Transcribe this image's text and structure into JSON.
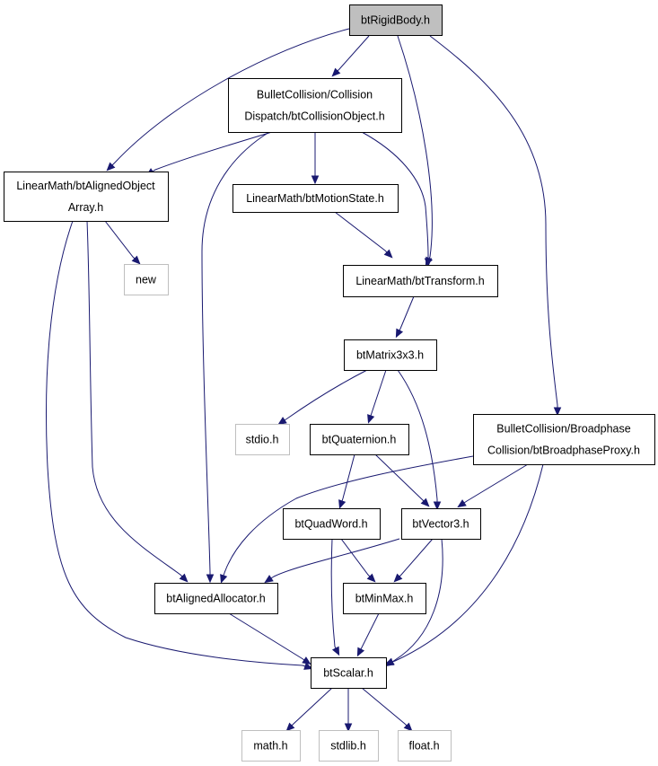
{
  "diagram": {
    "title": "",
    "colors": {
      "edge": "#191970",
      "root_fill": "#bfbfbf",
      "node_border": "#000000",
      "external_border": "#bfbfbf",
      "node_fill": "#ffffff"
    },
    "nodes": [
      {
        "id": "btRigidBody",
        "lines": [
          "btRigidBody.h"
        ],
        "kind": "root"
      },
      {
        "id": "btCollisionObject",
        "lines": [
          "BulletCollision/Collision",
          "Dispatch/btCollisionObject.h"
        ],
        "kind": "header"
      },
      {
        "id": "btAlignedObjectArray",
        "lines": [
          "LinearMath/btAlignedObject",
          "Array.h"
        ],
        "kind": "header"
      },
      {
        "id": "btMotionState",
        "lines": [
          "LinearMath/btMotionState.h"
        ],
        "kind": "header"
      },
      {
        "id": "new",
        "lines": [
          "new"
        ],
        "kind": "external"
      },
      {
        "id": "btTransform",
        "lines": [
          "LinearMath/btTransform.h"
        ],
        "kind": "header"
      },
      {
        "id": "btMatrix3x3",
        "lines": [
          "btMatrix3x3.h"
        ],
        "kind": "header"
      },
      {
        "id": "stdio",
        "lines": [
          "stdio.h"
        ],
        "kind": "external"
      },
      {
        "id": "btQuaternion",
        "lines": [
          "btQuaternion.h"
        ],
        "kind": "header"
      },
      {
        "id": "btBroadphaseProxy",
        "lines": [
          "BulletCollision/Broadphase",
          "Collision/btBroadphaseProxy.h"
        ],
        "kind": "header"
      },
      {
        "id": "btQuadWord",
        "lines": [
          "btQuadWord.h"
        ],
        "kind": "header"
      },
      {
        "id": "btVector3",
        "lines": [
          "btVector3.h"
        ],
        "kind": "header"
      },
      {
        "id": "btAlignedAllocator",
        "lines": [
          "btAlignedAllocator.h"
        ],
        "kind": "header"
      },
      {
        "id": "btMinMax",
        "lines": [
          "btMinMax.h"
        ],
        "kind": "header"
      },
      {
        "id": "btScalar",
        "lines": [
          "btScalar.h"
        ],
        "kind": "header"
      },
      {
        "id": "math",
        "lines": [
          "math.h"
        ],
        "kind": "external"
      },
      {
        "id": "stdlib",
        "lines": [
          "stdlib.h"
        ],
        "kind": "external"
      },
      {
        "id": "float",
        "lines": [
          "float.h"
        ],
        "kind": "external"
      }
    ],
    "edges": [
      {
        "from": "btRigidBody",
        "to": "btCollisionObject"
      },
      {
        "from": "btRigidBody",
        "to": "btAlignedObjectArray"
      },
      {
        "from": "btRigidBody",
        "to": "btTransform"
      },
      {
        "from": "btRigidBody",
        "to": "btBroadphaseProxy"
      },
      {
        "from": "btCollisionObject",
        "to": "btAlignedObjectArray"
      },
      {
        "from": "btCollisionObject",
        "to": "btMotionState"
      },
      {
        "from": "btCollisionObject",
        "to": "btTransform"
      },
      {
        "from": "btCollisionObject",
        "to": "btAlignedAllocator"
      },
      {
        "from": "btAlignedObjectArray",
        "to": "new"
      },
      {
        "from": "btAlignedObjectArray",
        "to": "btAlignedAllocator"
      },
      {
        "from": "btAlignedObjectArray",
        "to": "btScalar"
      },
      {
        "from": "btMotionState",
        "to": "btTransform"
      },
      {
        "from": "btTransform",
        "to": "btMatrix3x3"
      },
      {
        "from": "btMatrix3x3",
        "to": "stdio"
      },
      {
        "from": "btMatrix3x3",
        "to": "btQuaternion"
      },
      {
        "from": "btMatrix3x3",
        "to": "btVector3"
      },
      {
        "from": "btQuaternion",
        "to": "btQuadWord"
      },
      {
        "from": "btQuaternion",
        "to": "btVector3"
      },
      {
        "from": "btBroadphaseProxy",
        "to": "btAlignedAllocator"
      },
      {
        "from": "btBroadphaseProxy",
        "to": "btVector3"
      },
      {
        "from": "btBroadphaseProxy",
        "to": "btScalar"
      },
      {
        "from": "btQuadWord",
        "to": "btMinMax"
      },
      {
        "from": "btQuadWord",
        "to": "btScalar"
      },
      {
        "from": "btVector3",
        "to": "btAlignedAllocator"
      },
      {
        "from": "btVector3",
        "to": "btMinMax"
      },
      {
        "from": "btVector3",
        "to": "btScalar"
      },
      {
        "from": "btAlignedAllocator",
        "to": "btScalar"
      },
      {
        "from": "btMinMax",
        "to": "btScalar"
      },
      {
        "from": "btScalar",
        "to": "math"
      },
      {
        "from": "btScalar",
        "to": "stdlib"
      },
      {
        "from": "btScalar",
        "to": "float"
      }
    ]
  }
}
